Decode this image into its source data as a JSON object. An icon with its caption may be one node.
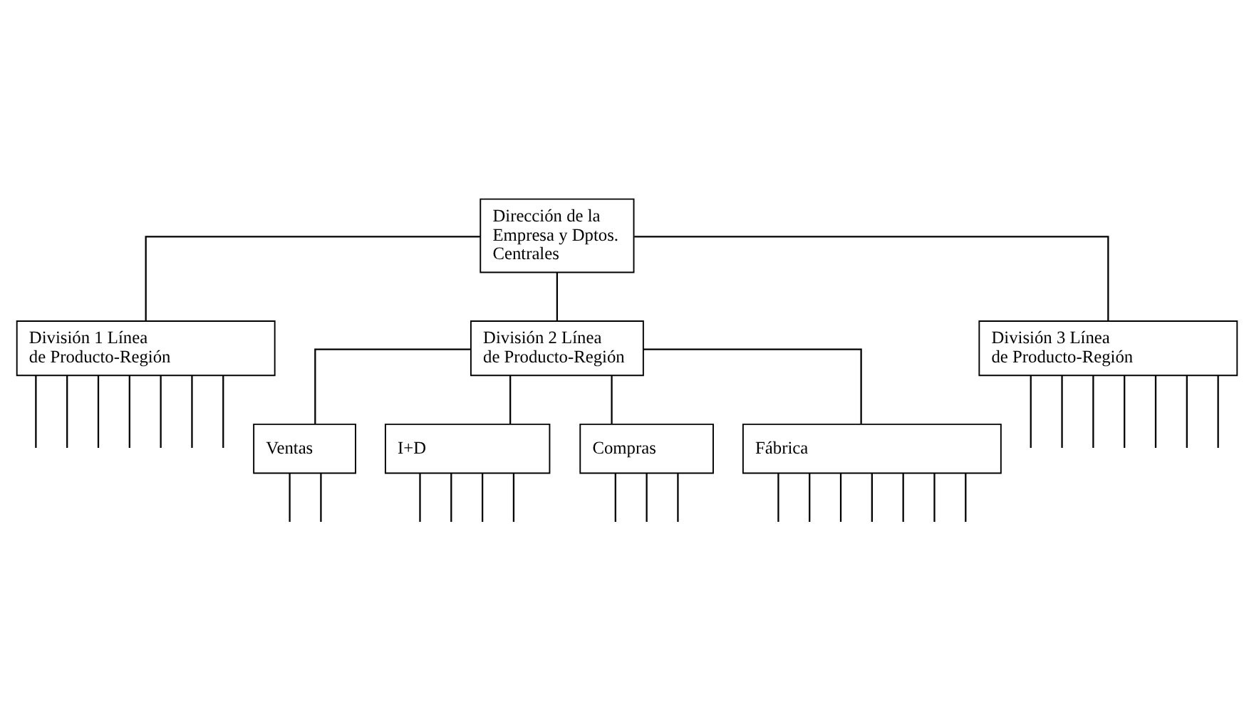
{
  "diagram": {
    "nodes": [
      {
        "text": [
          "Dirección de la Empresa y Dptos. Centrales"
        ]
      },
      {
        "text": [
          "División 1 Línea de Producto-Región"
        ]
      },
      {
        "text": [
          "División 2 Línea de Producto-Región"
        ]
      },
      {
        "text": [
          "División 3 Línea de Producto-Región"
        ]
      },
      {
        "text": [
          "Ventas"
        ]
      },
      {
        "text": [
          "I+D"
        ]
      },
      {
        "text": [
          "Compras"
        ]
      },
      {
        "text": [
          "Fábrica"
        ]
      }
    ],
    "edges": [
      {
        "from": 0,
        "to": 1,
        "arrow": "none"
      },
      {
        "from": 0,
        "to": 2,
        "arrow": "none"
      },
      {
        "from": 0,
        "to": 3,
        "arrow": "none"
      },
      {
        "from": 2,
        "to": 4,
        "arrow": "none"
      },
      {
        "from": 2,
        "to": 5,
        "arrow": "none"
      },
      {
        "from": 2,
        "to": 6,
        "arrow": "none"
      },
      {
        "from": 2,
        "to": 7,
        "arrow": "none"
      },
      {
        "from": 1,
        "to": null,
        "arrow": "none"
      },
      {
        "from": 1,
        "to": null,
        "arrow": "none"
      },
      {
        "from": 1,
        "to": null,
        "arrow": "none"
      },
      {
        "from": 1,
        "to": null,
        "arrow": "none"
      },
      {
        "from": 1,
        "to": null,
        "arrow": "none"
      },
      {
        "from": 1,
        "to": null,
        "arrow": "none"
      },
      {
        "from": 1,
        "to": null,
        "arrow": "none"
      },
      {
        "from": 3,
        "to": null,
        "arrow": "none"
      },
      {
        "from": 3,
        "to": null,
        "arrow": "none"
      },
      {
        "from": 3,
        "to": null,
        "arrow": "none"
      },
      {
        "from": 3,
        "to": null,
        "arrow": "none"
      },
      {
        "from": 3,
        "to": null,
        "arrow": "none"
      },
      {
        "from": 3,
        "to": null,
        "arrow": "none"
      },
      {
        "from": 3,
        "to": null,
        "arrow": "none"
      },
      {
        "from": 4,
        "to": null,
        "arrow": "none"
      },
      {
        "from": 4,
        "to": null,
        "arrow": "none"
      },
      {
        "from": 5,
        "to": null,
        "arrow": "none"
      },
      {
        "from": 5,
        "to": null,
        "arrow": "none"
      },
      {
        "from": 5,
        "to": null,
        "arrow": "none"
      },
      {
        "from": 5,
        "to": null,
        "arrow": "none"
      },
      {
        "from": 6,
        "to": null,
        "arrow": "none"
      },
      {
        "from": 6,
        "to": null,
        "arrow": "none"
      },
      {
        "from": 6,
        "to": null,
        "arrow": "none"
      },
      {
        "from": 7,
        "to": null,
        "arrow": "none"
      },
      {
        "from": 7,
        "to": null,
        "arrow": "none"
      },
      {
        "from": 7,
        "to": null,
        "arrow": "none"
      },
      {
        "from": 7,
        "to": null,
        "arrow": "none"
      },
      {
        "from": 7,
        "to": null,
        "arrow": "none"
      },
      {
        "from": 7,
        "to": null,
        "arrow": "none"
      },
      {
        "from": 7,
        "to": null,
        "arrow": "none"
      }
    ]
  }
}
